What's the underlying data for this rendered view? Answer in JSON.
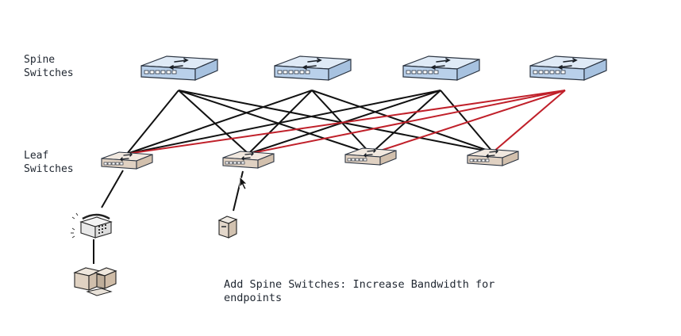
{
  "labels": {
    "spine": "Spine\nSwitches",
    "leaf": "Leaf\nSwitches",
    "caption": "Add Spine Switches: Increase Bandwidth for\nendpoints"
  },
  "colors": {
    "spine_fill": "#c9dcf0",
    "leaf_fill": "#e6d9cc",
    "existing_link": "#111111",
    "new_link": "#c0202a"
  },
  "icons": {
    "spine": "switch-icon",
    "leaf": "switch-icon",
    "phone": "phone-icon",
    "server": "server-icon",
    "workstation": "workstation-icon",
    "cursor": "mouse-cursor-icon"
  }
}
